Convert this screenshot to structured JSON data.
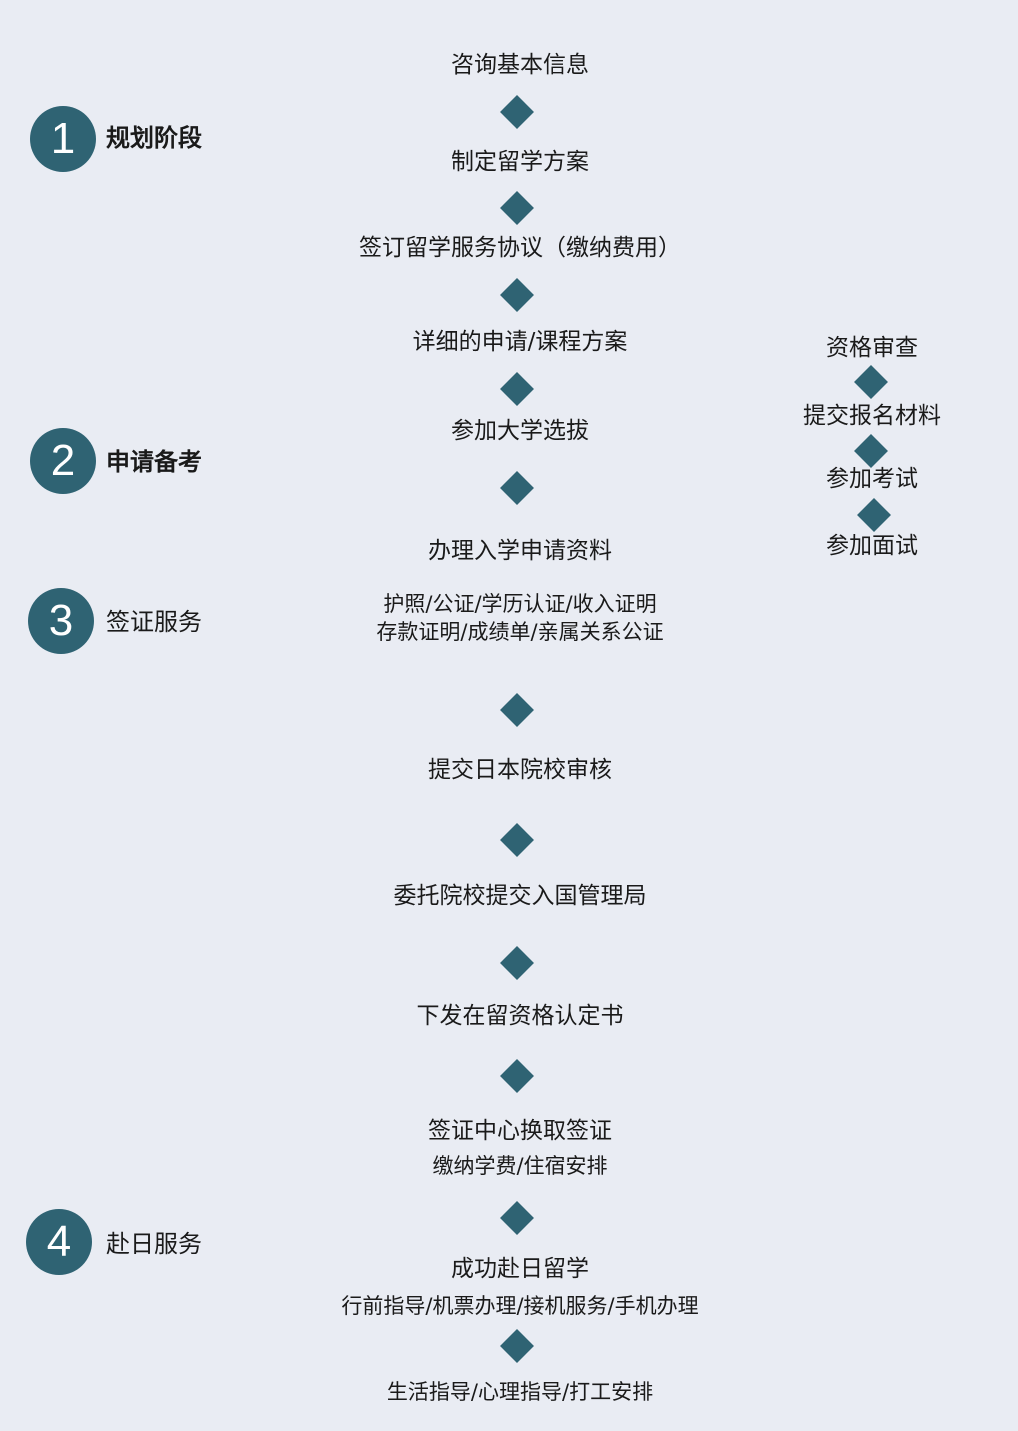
{
  "stages": [
    {
      "number": "1",
      "label": "规划阶段"
    },
    {
      "number": "2",
      "label": "申请备考"
    },
    {
      "number": "3",
      "label": "签证服务"
    },
    {
      "number": "4",
      "label": "赴日服务"
    }
  ],
  "main_flow": [
    "咨询基本信息",
    "制定留学方案",
    "签订留学服务协议（缴纳费用）",
    "详细的申请/课程方案",
    "参加大学选拔",
    "办理入学申请资料",
    "护照/公证/学历认证/收入证明",
    "存款证明/成绩单/亲属关系公证",
    "提交日本院校审核",
    "委托院校提交入国管理局",
    "下发在留资格认定书",
    "签证中心换取签证",
    "缴纳学费/住宿安排",
    "成功赴日留学",
    "行前指导/机票办理/接机服务/手机办理",
    "生活指导/心理指导/打工安排"
  ],
  "side_flow": [
    "资格审查",
    "提交报名材料",
    "参加考试",
    "参加面试"
  ],
  "colors": {
    "background": "#e9ecf3",
    "accent": "#2f6373",
    "text": "#1a1a1a"
  }
}
